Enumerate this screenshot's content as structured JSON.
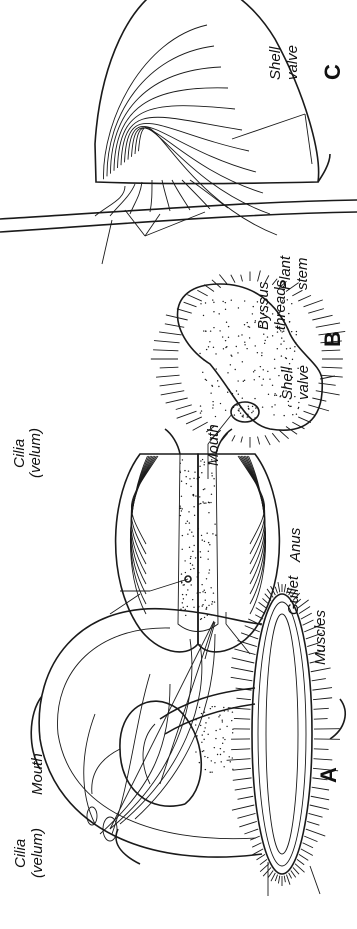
{
  "figure": {
    "panels": [
      {
        "id": "A",
        "label": "A",
        "callouts": {
          "cilia_velum": [
            "Cilia",
            "(velum)"
          ],
          "mouth": "Mouth",
          "gullet": "Gullet",
          "muscles": "Muscles"
        }
      },
      {
        "id": "B",
        "label": "B",
        "callouts": {
          "cilia_velum": [
            "Cilia",
            "(velum)"
          ],
          "mouth": "Mouth",
          "anus": "Anus",
          "shell_valve": [
            "Shell",
            "valve"
          ],
          "plant_stem": [
            "Plant",
            "stem"
          ],
          "byssus_threads": [
            "Byssus",
            "threads"
          ]
        }
      },
      {
        "id": "C",
        "label": "C",
        "callouts": {
          "shell_valve": [
            "Shell",
            "valve"
          ]
        }
      }
    ]
  }
}
